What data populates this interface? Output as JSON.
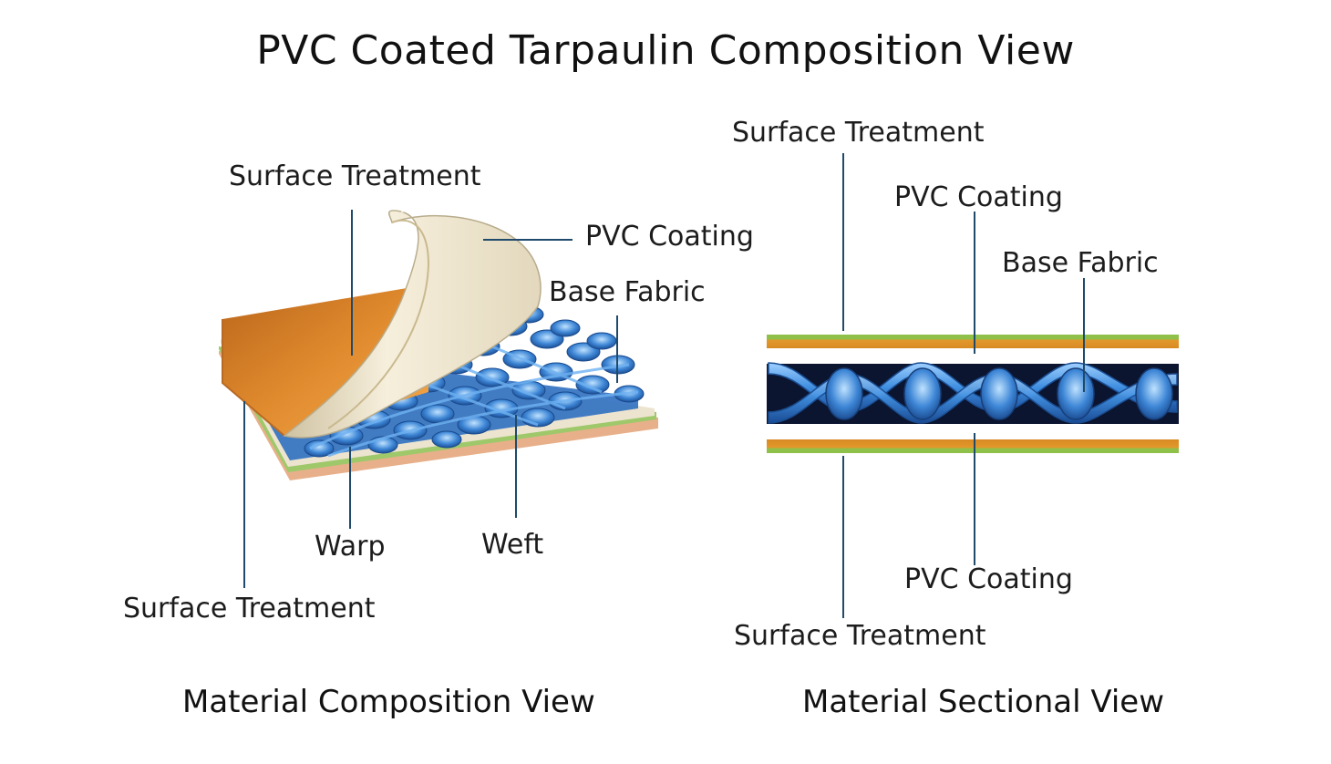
{
  "title": "PVC Coated Tarpaulin Composition View",
  "composition_view": {
    "caption": "Material Composition View",
    "labels": {
      "surface_treatment_top": "Surface Treatment",
      "pvc_coating": "PVC Coating",
      "base_fabric": "Base Fabric",
      "warp": "Warp",
      "weft": "Weft",
      "surface_treatment_bottom": "Surface Treatment"
    }
  },
  "sectional_view": {
    "caption": "Material Sectional View",
    "labels": {
      "surface_treatment_top": "Surface Treatment",
      "pvc_coating_top": "PVC Coating",
      "base_fabric": "Base Fabric",
      "pvc_coating_bottom": "PVC Coating",
      "surface_treatment_bottom": "Surface Treatment"
    }
  },
  "colors": {
    "surface_orange": "#d9822b",
    "coating_cream": "#efe6cf",
    "fabric_blue": "#3a7fd0",
    "layer_green": "#8cb84a",
    "leader_line": "#1f4a6b"
  }
}
